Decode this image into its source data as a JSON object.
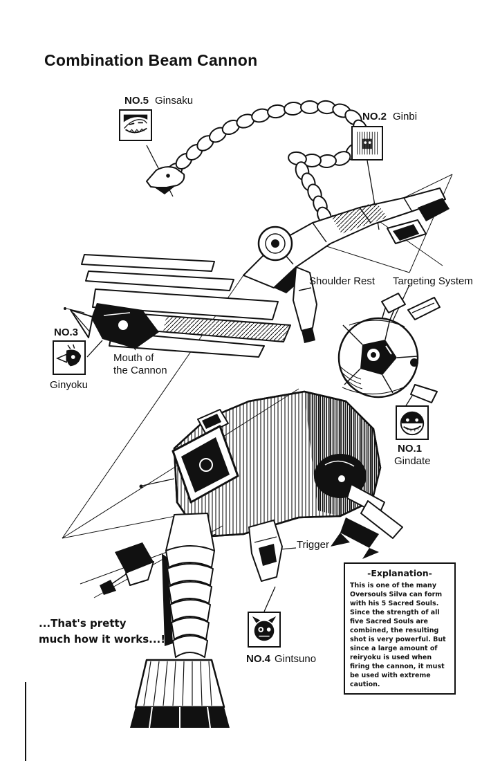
{
  "page": {
    "title": "Combination Beam Cannon"
  },
  "parts": {
    "no5": {
      "number": "NO.5",
      "name": "Ginsaku",
      "icon": "ginsaku-soul-icon"
    },
    "no2": {
      "number": "NO.2",
      "name": "Ginbi",
      "icon": "ginbi-soul-icon"
    },
    "no3": {
      "number": "NO.3",
      "name": "Ginyoku",
      "icon": "ginyoku-soul-icon"
    },
    "no1": {
      "number": "NO.1",
      "name": "Gindate",
      "icon": "gindate-soul-icon"
    },
    "no4": {
      "number": "NO.4",
      "name": "Gintsuno",
      "icon": "gintsuno-soul-icon"
    }
  },
  "callouts": {
    "shoulder_rest": "Shoulder Rest",
    "targeting_system": "Targeting System",
    "mouth_line1": "Mouth of",
    "mouth_line2": "the Cannon",
    "trigger": "Trigger"
  },
  "caption": {
    "line1": "...That's pretty",
    "line2": "much how it works...!"
  },
  "explanation": {
    "title": "-Explanation-",
    "body": "This is one of the many Oversouls Silva can form with his 5 Sacred Souls. Since the strength of all five Sacred Souls are combined, the resulting shot is very powerful. But since a large amount of reiryoku is used when firing the cannon, it must be used with extreme caution."
  },
  "colors": {
    "ink": "#111111",
    "paper": "#ffffff"
  }
}
